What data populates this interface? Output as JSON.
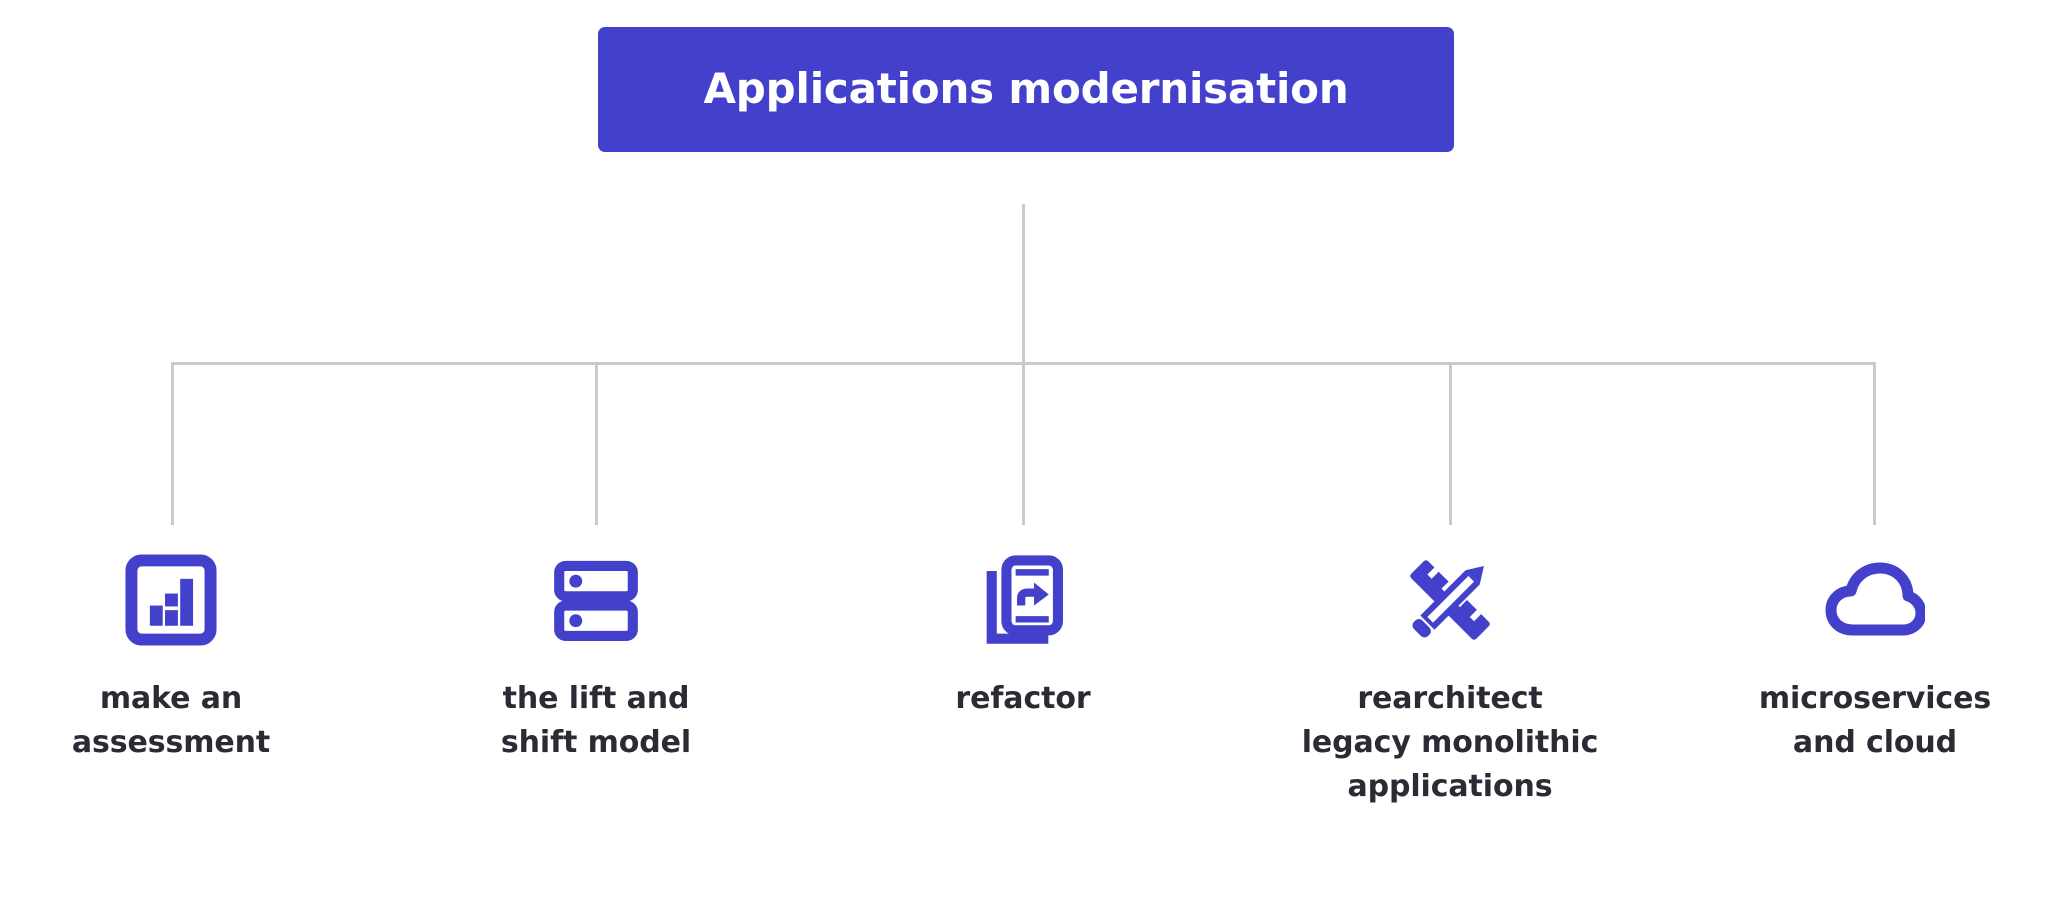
{
  "colors": {
    "accent": "#4341cb",
    "text": "#2b2b35",
    "line": "#cacaca",
    "background": "#ffffff",
    "title_text": "#ffffff"
  },
  "diagram": {
    "type": "tree",
    "title": "Applications modernisation",
    "branch_count": 5,
    "nodes": [
      {
        "id": "make-an-assessment",
        "label": "make an\nassessment",
        "icon": "bar-chart-icon"
      },
      {
        "id": "the-lift-and-shift-model",
        "label": "the lift and\nshift model",
        "icon": "server-stack-icon"
      },
      {
        "id": "refactor",
        "label": "refactor",
        "icon": "mobile-share-icon"
      },
      {
        "id": "rearchitect-legacy-monolithic-applications",
        "label": "rearchitect\nlegacy monolithic\napplications",
        "icon": "ruler-pencil-icon"
      },
      {
        "id": "microservices-and-cloud",
        "label": "microservices\nand cloud",
        "icon": "cloud-icon"
      }
    ]
  }
}
